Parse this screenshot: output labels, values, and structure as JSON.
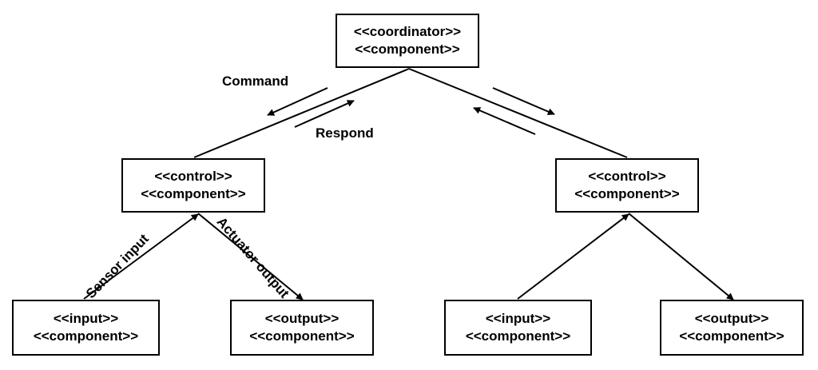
{
  "diagram": {
    "coordinator": {
      "stereotype": "<<coordinator>>",
      "kind": "<<component>>"
    },
    "control_left": {
      "stereotype": "<<control>>",
      "kind": "<<component>>"
    },
    "control_right": {
      "stereotype": "<<control>>",
      "kind": "<<component>>"
    },
    "input_left": {
      "stereotype": "<<input>>",
      "kind": "<<component>>"
    },
    "output_left": {
      "stereotype": "<<output>>",
      "kind": "<<component>>"
    },
    "input_right": {
      "stereotype": "<<input>>",
      "kind": "<<component>>"
    },
    "output_right": {
      "stereotype": "<<output>>",
      "kind": "<<component>>"
    },
    "labels": {
      "command": "Command",
      "respond": "Respond",
      "sensor_input": "Sensor input",
      "actuator_output": "Actuator output"
    }
  },
  "colors": {
    "stroke": "#000000",
    "background": "#ffffff"
  }
}
